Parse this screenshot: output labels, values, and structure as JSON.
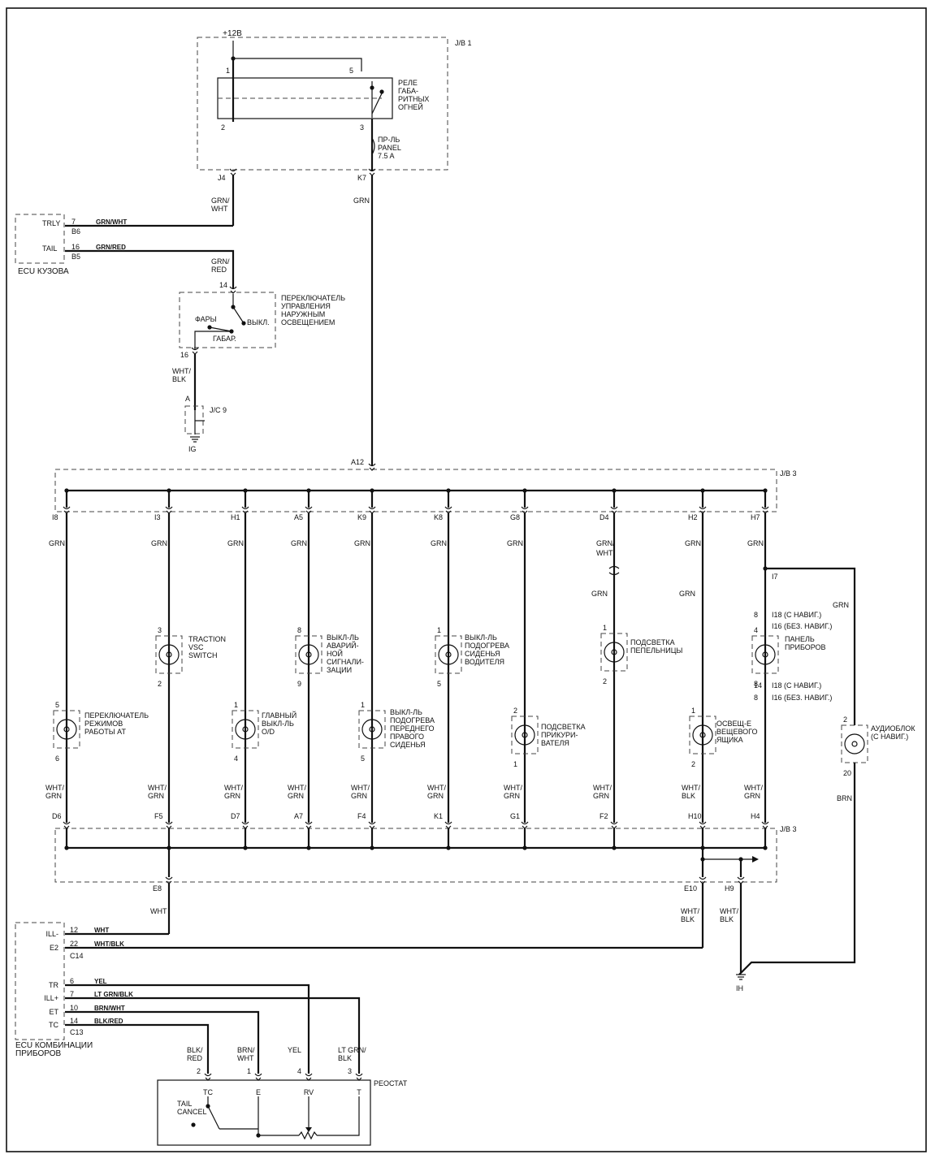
{
  "power": {
    "label": "+12В"
  },
  "jb1": {
    "label": "J/B 1",
    "relay": {
      "label": "РЕЛЕ ГАБА- РИТНЫХ ОГНЕЙ",
      "lines": [
        "РЕЛЕ",
        "ГАБА-",
        "РИТНЫХ",
        "ОГНЕЙ"
      ],
      "pins": [
        "1",
        "5",
        "2",
        "3"
      ]
    },
    "fuse": {
      "lines": [
        "ПР-ЛЬ",
        "PANEL",
        "7.5 A"
      ]
    },
    "connectors": [
      "J4",
      "K7"
    ]
  },
  "wires_top": {
    "left": [
      "GRN/",
      "WHT"
    ],
    "right": "GRN",
    "red": [
      "GRN/",
      "RED"
    ]
  },
  "ecu_body": {
    "label": "ECU КУЗОВА",
    "pins": [
      {
        "name": "TRLY",
        "num": "7",
        "conn": "B6",
        "wire": "GRN/WHT"
      },
      {
        "name": "TAIL",
        "num": "16",
        "conn": "B5",
        "wire": "GRN/RED"
      }
    ]
  },
  "light_switch": {
    "lines": [
      "ПЕРЕКЛЮЧАТЕЛЬ",
      "УПРАВЛЕНИЯ",
      "НАРУЖНЫМ",
      "ОСВЕЩЕНИЕМ"
    ],
    "pin_top": "14",
    "pin_bottom": "16",
    "head": "ФАРЫ",
    "off": "ВЫКЛ.",
    "park": "ГАБАР."
  },
  "lower_switch_wire": [
    "WHT/",
    "BLK"
  ],
  "jc9": {
    "label": "J/C 9",
    "pin": "A",
    "ground": "IG"
  },
  "jb3": {
    "label": "J/B 3",
    "in": "A12",
    "label_bottom": "J/B 3",
    "top_conn": [
      "I8",
      "I3",
      "H1",
      "A5",
      "K9",
      "K8",
      "G8",
      "D4",
      "H2",
      "H7"
    ],
    "bot_conn": [
      "D6",
      "F5",
      "D7",
      "A7",
      "F4",
      "K1",
      "G1",
      "F2",
      "H10",
      "H4"
    ],
    "out_left": "E8",
    "out_right1": "E10",
    "out_right2": "H9"
  },
  "branch_wire": [
    "GRN",
    "GRN",
    "GRN",
    "GRN",
    "GRN",
    "GRN",
    "GRN",
    "GRN/",
    "GRN",
    "GRN"
  ],
  "branch_wire2": {
    "d4": "WHT",
    "mid_d4": "GRN",
    "mid_h2": "GRN"
  },
  "bottom_wire": [
    [
      "WHT/",
      "GRN"
    ],
    [
      "WHT/",
      "GRN"
    ],
    [
      "WHT/",
      "GRN"
    ],
    [
      "WHT/",
      "GRN"
    ],
    [
      "WHT/",
      "GRN"
    ],
    [
      "WHT/",
      "GRN"
    ],
    [
      "WHT/",
      "GRN"
    ],
    [
      "WHT/",
      "GRN"
    ],
    [
      "WHT/",
      "BLK"
    ],
    [
      "WHT/",
      "GRN"
    ]
  ],
  "lamps": [
    {
      "id": "at",
      "lines": [
        "ПЕРЕКЛЮЧАТЕЛЬ",
        "РЕЖИМОВ",
        "РАБОТЫ АТ"
      ],
      "p1": "5",
      "p2": "6"
    },
    {
      "id": "trac",
      "lines": [
        "TRACTION",
        "VSC",
        "SWITCH"
      ],
      "p1": "3",
      "p2": "2"
    },
    {
      "id": "od",
      "lines": [
        "ГЛАВНЫЙ",
        "ВЫКЛ-ЛЬ",
        "O/D"
      ],
      "p1": "1",
      "p2": "4"
    },
    {
      "id": "haz",
      "lines": [
        "ВЫКЛ-ЛЬ",
        "АВАРИЙ-",
        "НОЙ",
        "СИГНАЛИ-",
        "ЗАЦИИ"
      ],
      "p1": "8",
      "p2": "9"
    },
    {
      "id": "seatp",
      "lines": [
        "ВЫКЛ-ЛЬ",
        "ПОДОГРЕВА",
        "ПЕРЕДНЕГО",
        "ПРАВОГО",
        "СИДЕНЬЯ"
      ],
      "p1": "1",
      "p2": "5"
    },
    {
      "id": "seatd",
      "lines": [
        "ВЫКЛ-ЛЬ",
        "ПОДОГРЕВА",
        "СИДЕНЬЯ",
        "ВОДИТЕЛЯ"
      ],
      "p1": "1",
      "p2": "5"
    },
    {
      "id": "cig",
      "lines": [
        "ПОДСВЕТКА",
        "ПРИКУРИ-",
        "ВАТЕЛЯ"
      ],
      "p1": "2",
      "p2": "1"
    },
    {
      "id": "ash",
      "lines": [
        "ПОДСВЕТКА",
        "ПЕПЕЛЬНИЦЫ"
      ],
      "p1": "1",
      "p2": "2"
    },
    {
      "id": "glove",
      "lines": [
        "ОСВЕЩ-Е",
        "ВЕЩЕВОГО",
        "ЯЩИКА"
      ],
      "p1": "1",
      "p2": "2"
    },
    {
      "id": "panel",
      "lines": [
        "ПАНЕЛЬ",
        "ПРИБОРОВ"
      ],
      "p1": "4",
      "p2": "8"
    },
    {
      "id": "audio",
      "lines": [
        "АУДИОБЛОК",
        "(С НАВИГ.)"
      ],
      "p1": "2",
      "p2": "20"
    }
  ],
  "panel_notes": {
    "i7": "I7",
    "p_nav": "8",
    "c_nav": "I18 (С НАВИГ.)",
    "c_nonav": "I16 (БЕЗ. НАВИГ.)",
    "p_bot_nav": "14",
    "p_bot_nonav": "8",
    "grn_right": "GRN",
    "brn": "BRN"
  },
  "ecu_combo": {
    "label": [
      "ECU КОМБИНАЦИИ",
      "ПРИБОРОВ"
    ],
    "pins": [
      {
        "name": "ILL-",
        "num": "12",
        "wire": "WHT"
      },
      {
        "name": "E2",
        "num": "22",
        "wire": "WHT/BLK"
      },
      {
        "name": "TR",
        "num": "6",
        "wire": "YEL"
      },
      {
        "name": "ILL+",
        "num": "7",
        "wire": "LT GRN/BLK"
      },
      {
        "name": "ET",
        "num": "10",
        "wire": "BRN/WHT"
      },
      {
        "name": "TC",
        "num": "14",
        "wire": "BLK/RED"
      }
    ],
    "conn1": "C14",
    "conn2": "C13"
  },
  "rheostat": {
    "label": "РЕОСТАТ",
    "pins": [
      {
        "name": "TC",
        "num": "2",
        "wire": [
          "BLK/",
          "RED"
        ]
      },
      {
        "name": "E",
        "num": "1",
        "wire": [
          "BRN/",
          "WHT"
        ]
      },
      {
        "name": "RV",
        "num": "4",
        "wire": [
          "YEL"
        ]
      },
      {
        "name": "T",
        "num": "3",
        "wire": [
          "LT GRN/",
          "BLK"
        ]
      }
    ],
    "cancel": [
      "TAIL",
      "CANCEL"
    ]
  },
  "ground_ih": "IH",
  "wht_e8": "WHT",
  "wht_blk": [
    "WHT/",
    "BLK"
  ]
}
